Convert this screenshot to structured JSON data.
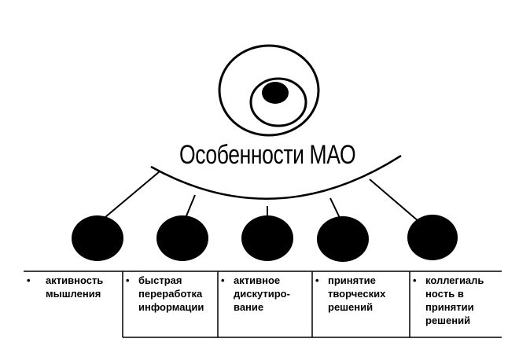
{
  "diagram": {
    "title": "Особенности МАО",
    "bullet_glyph": "•",
    "features": [
      {
        "text": "активность\nмышления"
      },
      {
        "text": "быстрая\nпереработка\nинформации"
      },
      {
        "text": "активное\nдискутиро-\nвание"
      },
      {
        "text": "принятие\nтворческих\nрешений"
      },
      {
        "text": "коллегиаль\nность в\nпринятии\nрешений"
      }
    ]
  }
}
